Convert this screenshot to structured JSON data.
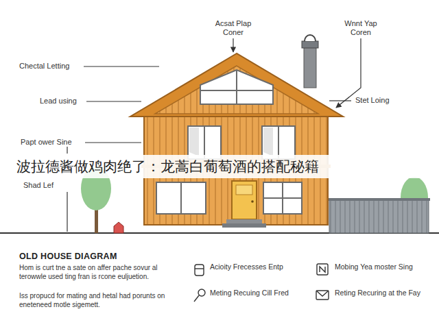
{
  "diagram": {
    "title": "OLD HOUSE DIAGRAM",
    "nodes": [
      {
        "text": [
          "波拉德酱做鸡肉绝了：龙蒿白葡萄酒的搭配秘籍"
        ]
      }
    ],
    "labels": [
      "Acsat Plap Coner",
      "Wnnt Yap Coren",
      "Chectal Letting",
      "Lead using",
      "Stet Loing",
      "Papt ower Sine",
      "Shad Lef",
      "Hom is curt tne a sate on affer pache sovur al terowwle used ting fran is rcone euljuetion.",
      "Iss propucd for mating and hetal had porunts on eneteneed motle sigemett.",
      "Acioity Frecesses Entp",
      "Mobing Yea moster Sing",
      "Meting Recuing Cill Fred",
      "Reting Recuring at the Fay"
    ]
  }
}
